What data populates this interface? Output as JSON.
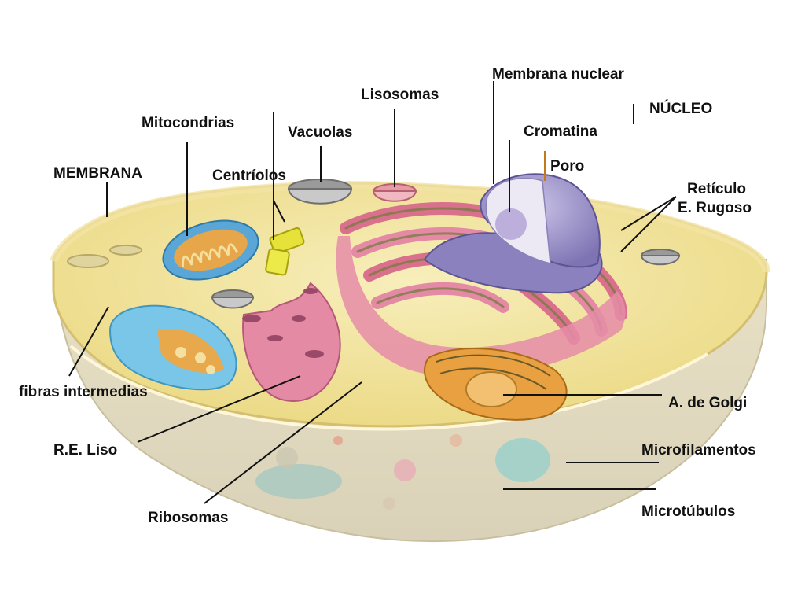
{
  "labels": {
    "membrana": "MEMBRANA",
    "mitocondrias": "Mitocondrias",
    "centriolos": "Centríolos",
    "vacuolas": "Vacuolas",
    "lisosomas": "Lisosomas",
    "membrana_nuclear": "Membrana nuclear",
    "nucleo": "NÚCLEO",
    "cromatina": "Cromatina",
    "poro": "Poro",
    "reticulo_rugoso_1": "Retículo",
    "reticulo_rugoso_2": "E. Rugoso",
    "fibras_intermedias": "fibras intermedias",
    "re_liso": "R.E. Liso",
    "ribosomas": "Ribosomas",
    "golgi": "A. de Golgi",
    "microfilamentos": "Microfilamentos",
    "microtubulos": "Microtúbulos"
  },
  "colors": {
    "cytoplasm": "#f3e6a6",
    "membrane": "#e9d58c",
    "lower_body": "#e4dcc0",
    "mitochondria_blue": "#6fb0d8",
    "mitochondria_cyan": "#7cc7e6",
    "mitochondria_orange": "#e8a84c",
    "endoplasmic_reticulum": "#e58ca8",
    "nucleus": "#9c92c8",
    "golgi": "#e8a040",
    "centriole": "#e6e23a",
    "vacuole": "#b9b9b9",
    "leader_line": "#111111"
  }
}
